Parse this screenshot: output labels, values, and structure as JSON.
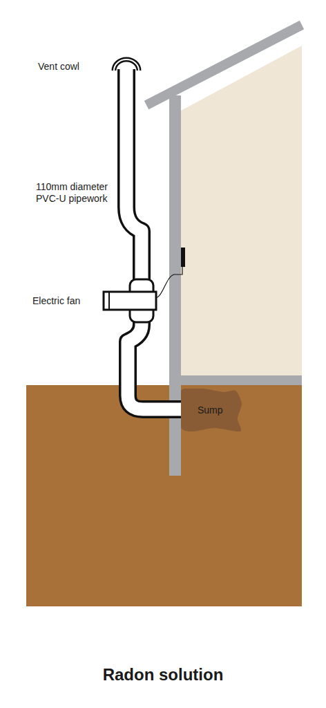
{
  "diagram": {
    "title": "Radon solution",
    "nodes": [
      {
        "text": [
          "Sump"
        ]
      }
    ],
    "labels": [
      "Vent cowl",
      "110mm diameter PVC-U pipework",
      "Electric fan"
    ]
  }
}
